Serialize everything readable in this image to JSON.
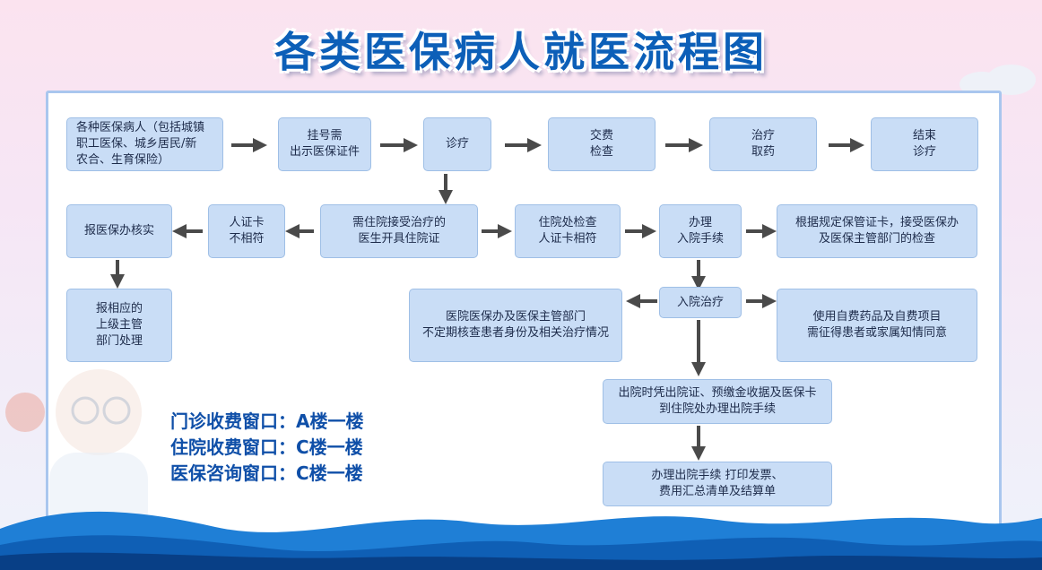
{
  "title": "各类医保病人就医流程图",
  "colors": {
    "title": "#0c5fb8",
    "box_fill": "#c9ddf6",
    "box_border": "#9fbfe6",
    "windows_text": "#0f4fa8",
    "arrow": "#4a4a4a"
  },
  "nodes": {
    "patients": "各种医保病人（包括城镇\n职工医保、城乡居民/新\n农合、生育保险）",
    "register": "挂号需\n出示医保证件",
    "diagnosis": "诊疗",
    "payment_exam": "交费\n检查",
    "treatment_medicine": "治疗\n取药",
    "end_diagnosis": "结束\n诊疗",
    "need_hospitalization": "需住院接受治疗的\n医生开具住院证",
    "check_id_card": "住院处检查\n人证卡相符",
    "admission_procedure": "办理\n入院手续",
    "card_inspection": "根据规定保管证卡，接受医保办\n及医保主管部门的检查",
    "id_mismatch": "人证卡\n不相符",
    "report_verify": "报医保办核实",
    "report_superior": "报相应的\n上级主管\n部门处理",
    "inpatient_treatment": "入院治疗",
    "hospital_audit": "医院医保办及医保主管部门\n不定期核查患者身份及相关治疗情况",
    "self_pay_consent": "使用自费药品及自费项目\n需征得患者或家属知情同意",
    "discharge_docs": "出院时凭出院证、预缴金收据及医保卡\n到住院处办理出院手续",
    "discharge_procedure": "办理出院手续  打印发票、\n费用汇总清单及结算单"
  },
  "windows": [
    "门诊收费窗口：A楼一楼",
    "住院收费窗口：C楼一楼",
    "医保咨询窗口：C楼一楼"
  ]
}
